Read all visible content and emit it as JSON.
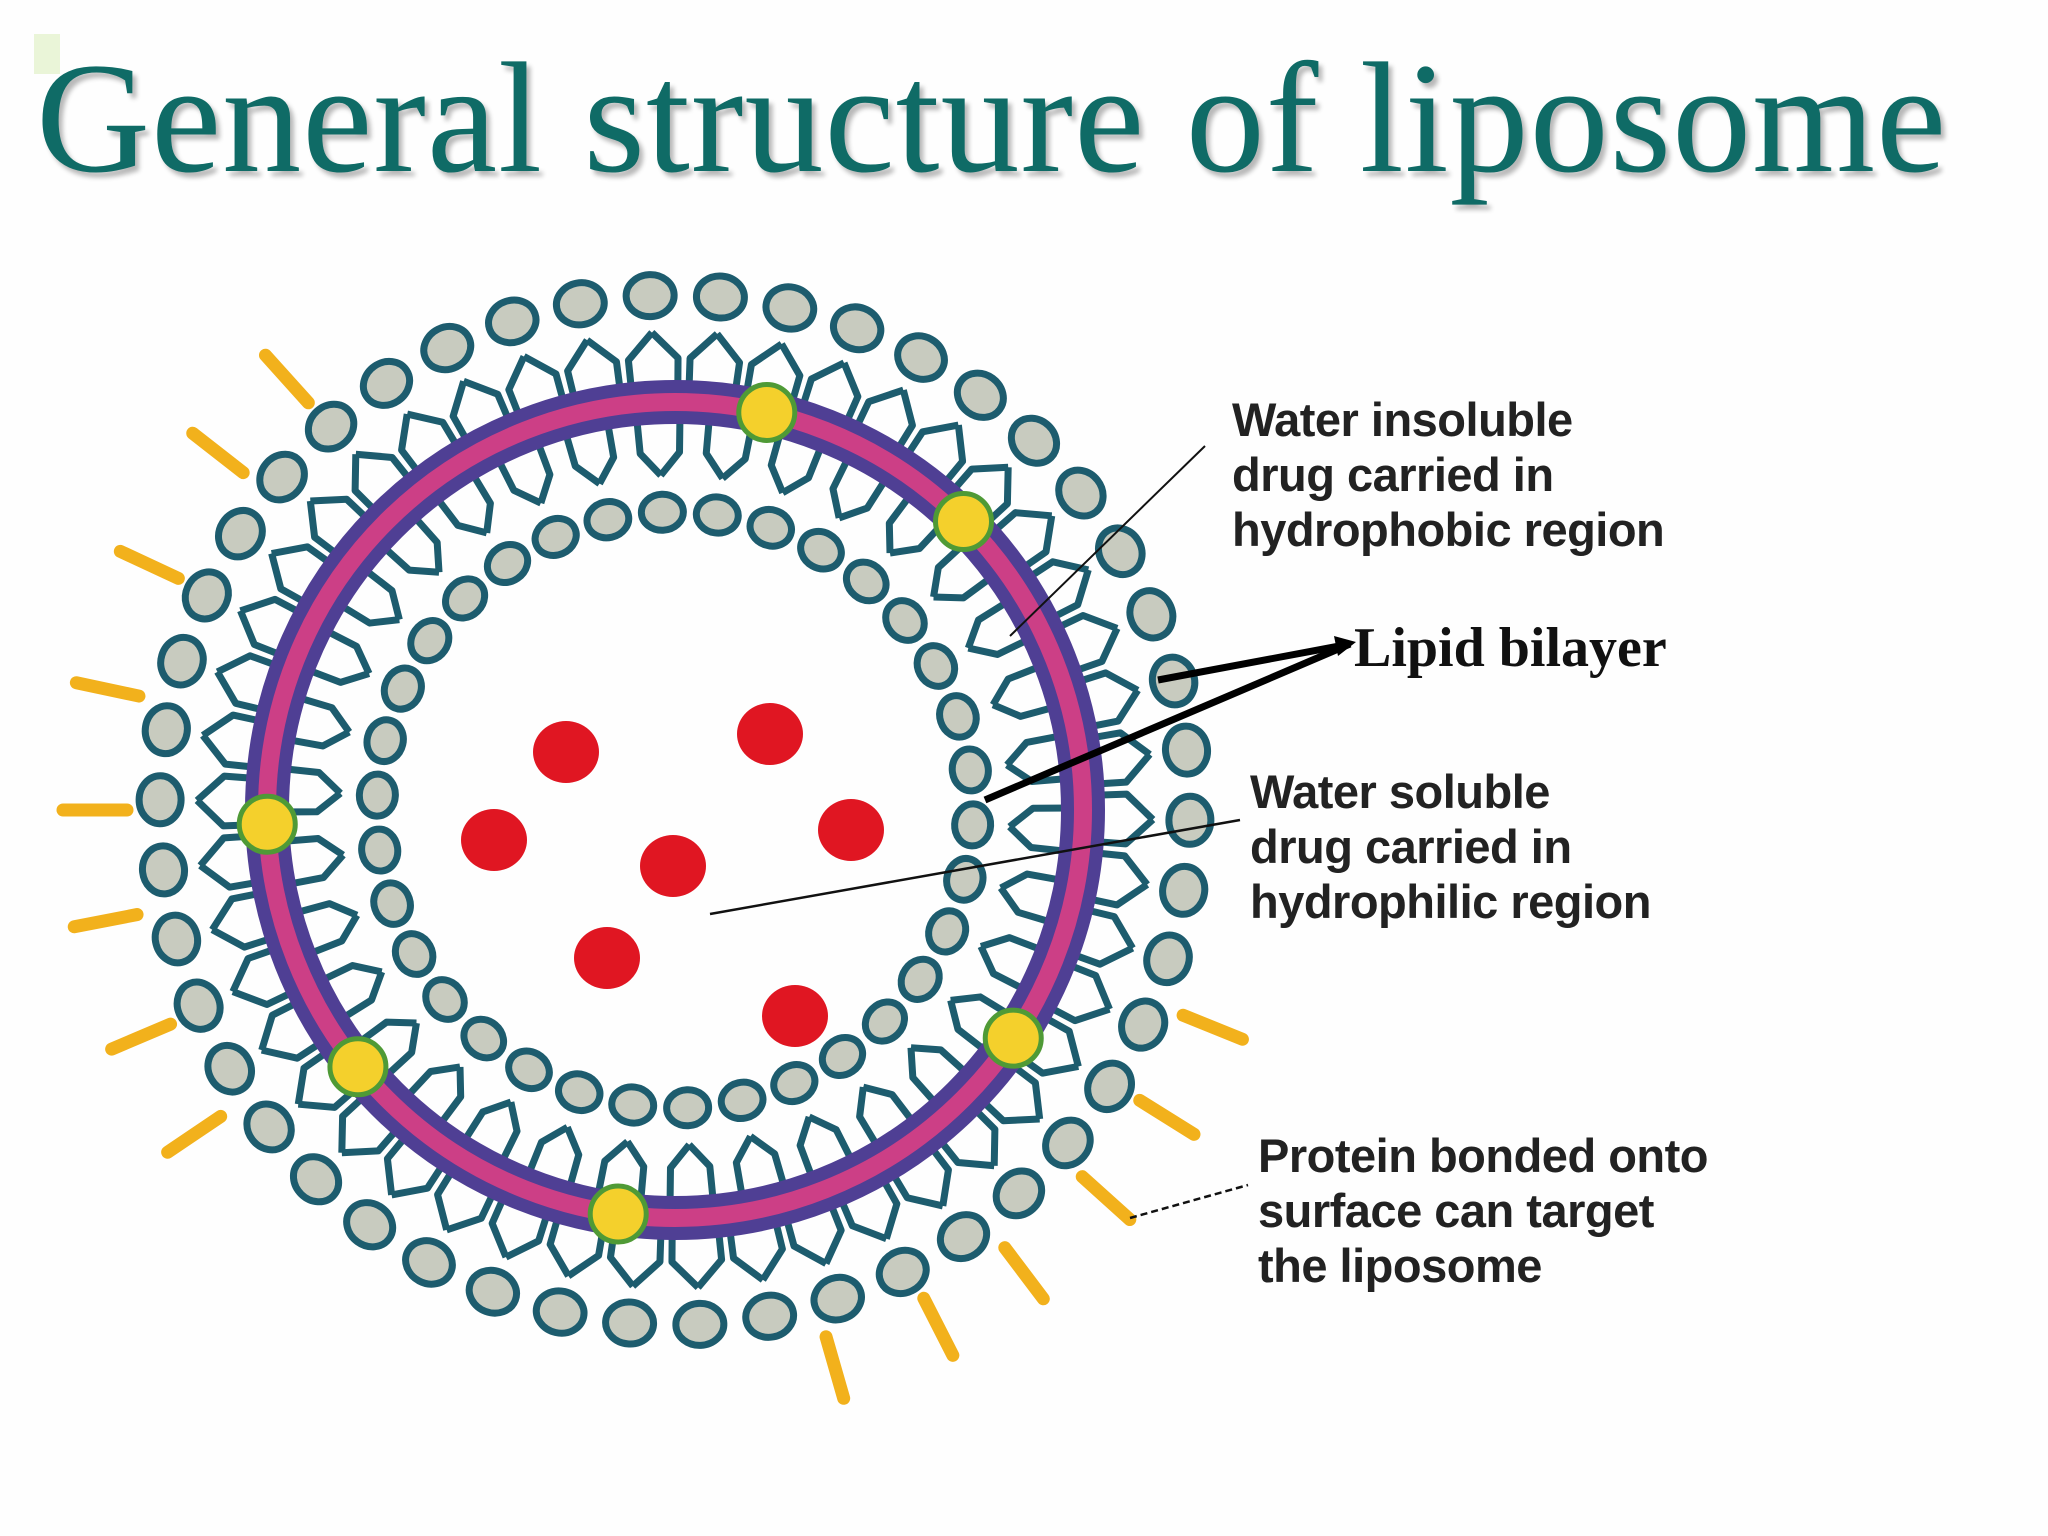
{
  "title": "General structure of liposome",
  "labels": {
    "insoluble_drug": "Water insoluble\ndrug carried in\nhydrophobic region",
    "lipid_bilayer": "Lipid bilayer",
    "soluble_drug": "Water soluble\ndrug carried in\nhydrophilic region",
    "protein": "Protein bonded onto\nsurface can target\nthe liposome"
  },
  "colors": {
    "title": "#0f6b66",
    "phospholipid_outline": "#1d5c6e",
    "phospholipid_head_fill": "#c8cbbf",
    "hydrophobic_core_outer": "#4f3f94",
    "hydrophobic_core_inner": "#cc3f86",
    "water_soluble_drug": "#e01622",
    "water_insoluble_drug": "#f4d02c",
    "surface_protein": "#f2b11c"
  }
}
